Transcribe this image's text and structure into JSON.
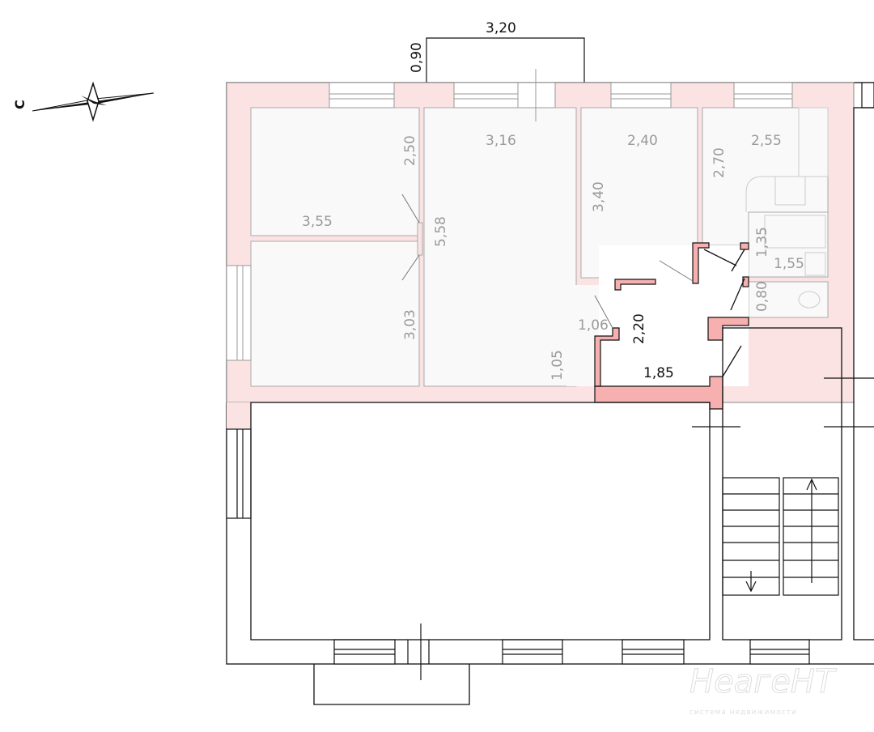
{
  "compass": {
    "north_label": "С"
  },
  "balcony_top": {
    "width_label": "3,20",
    "depth_label": "0,90"
  },
  "rooms": {
    "room_left_upper": {
      "height": "2,50",
      "width": "3,55"
    },
    "room_left_lower": {
      "height": "3,03"
    },
    "living_room": {
      "width": "3,16",
      "length": "5,58"
    },
    "bedroom": {
      "width": "2,40",
      "length": "3,40"
    },
    "kitchen": {
      "width": "2,55",
      "length": "2,70"
    },
    "bathroom": {
      "width": "1,55",
      "length": "1,35"
    },
    "toilet": {
      "length": "0,80"
    },
    "closet": {
      "width": "1,06",
      "length": "1,05"
    },
    "hallway": {
      "width": "1,85",
      "length": "2,20"
    }
  },
  "watermark": {
    "brand": "НеагеНТ",
    "tagline": "система недвижимости"
  },
  "colors": {
    "wall": "#fbe3e3",
    "wall_new": "#f7b0b0",
    "room": "#f9f9f9",
    "line": "#111111"
  }
}
